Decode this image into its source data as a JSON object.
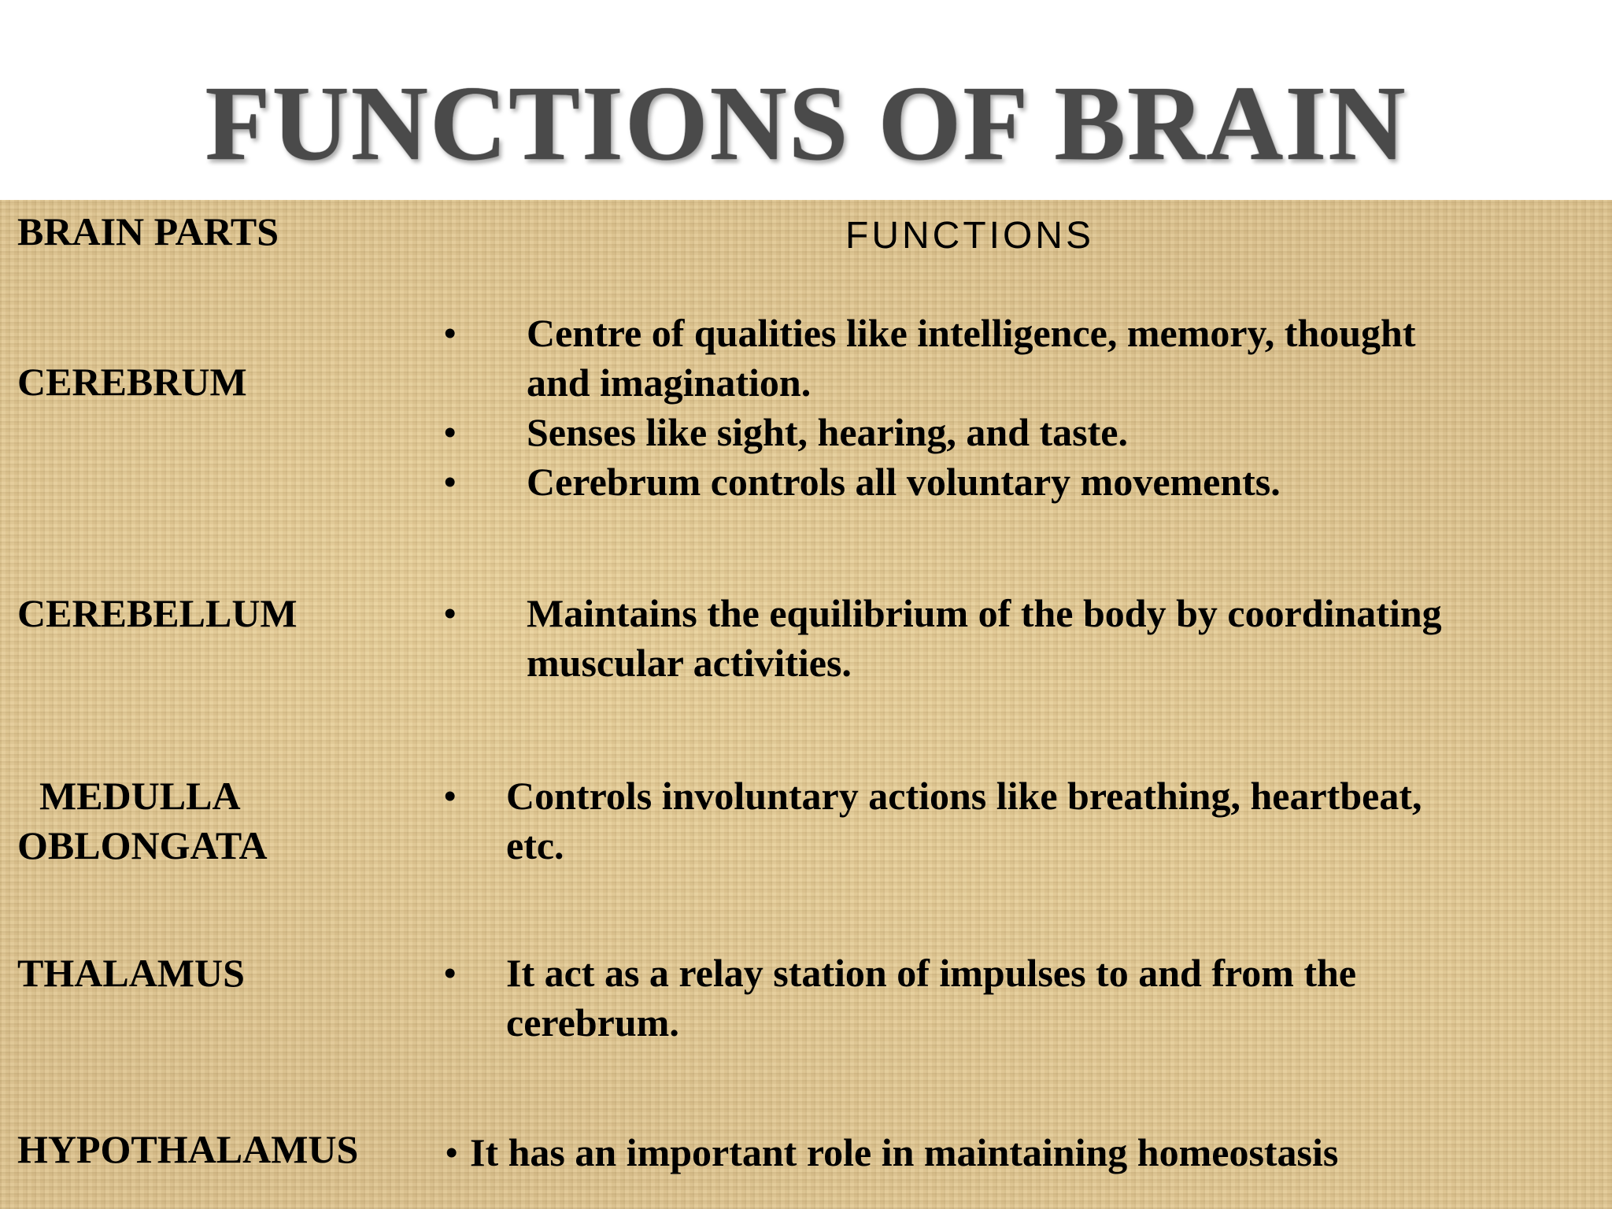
{
  "slide": {
    "title": "FUNCTIONS OF BRAIN"
  },
  "table": {
    "header": {
      "parts": "BRAIN PARTS",
      "functions": "FUNCTIONS"
    },
    "rows": [
      {
        "part": "CEREBRUM",
        "functions": [
          {
            "lines": [
              "Centre of qualities like intelligence, memory, thought",
              "and imagination."
            ]
          },
          {
            "lines": [
              "Senses like sight, hearing, and taste."
            ]
          },
          {
            "lines": [
              "Cerebrum controls all voluntary movements."
            ]
          }
        ]
      },
      {
        "part": "CEREBELLUM",
        "functions": [
          {
            "lines": [
              "Maintains the equilibrium of the body by coordinating",
              "muscular activities."
            ]
          }
        ]
      },
      {
        "part_lines": [
          "MEDULLA",
          "OBLONGATA"
        ],
        "functions": [
          {
            "lines": [
              "Controls involuntary actions like breathing, heartbeat,",
              "etc."
            ]
          }
        ]
      },
      {
        "part": "THALAMUS",
        "functions": [
          {
            "lines": [
              "It act as a relay station of impulses to and from the",
              "cerebrum."
            ]
          }
        ]
      },
      {
        "part": "HYPOTHALAMUS",
        "functions": [
          {
            "lines": [
              "It has an important role in maintaining homeostasis"
            ]
          }
        ]
      }
    ],
    "bullet_glyph": "•"
  },
  "colors": {
    "title": "#4a4a4a",
    "panel": "#ddc492",
    "text": "#000000"
  }
}
